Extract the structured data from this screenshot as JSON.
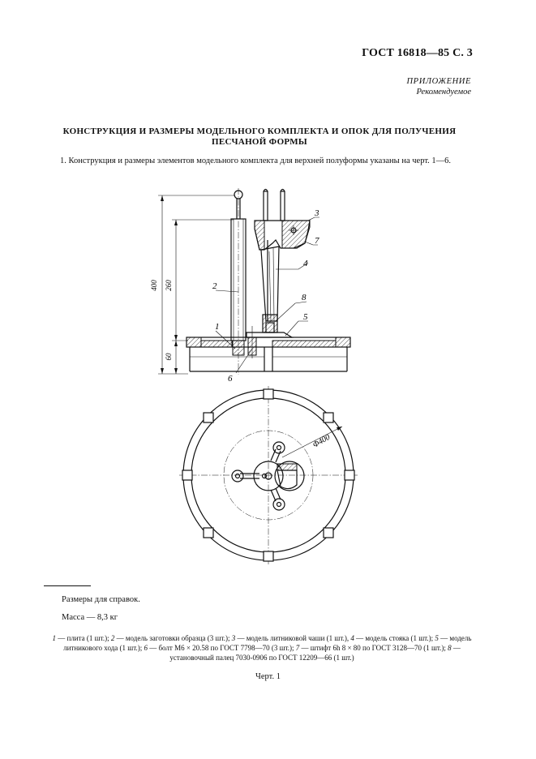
{
  "header": {
    "standard": "ГОСТ 16818—85 С. 3"
  },
  "appendix": {
    "label": "ПРИЛОЖЕНИЕ",
    "status": "Рекомендуемое"
  },
  "title": {
    "line1": "КОНСТРУКЦИЯ И РАЗМЕРЫ МОДЕЛЬНОГО КОМПЛЕКТА И ОПОК ДЛЯ ПОЛУЧЕНИЯ",
    "line2": "ПЕСЧАНОЙ ФОРМЫ"
  },
  "intro": "1. Конструкция и размеры элементов модельного комплекта для верхней полуформы указаны на черт. 1—6.",
  "drawing": {
    "dims": {
      "total_height": "400",
      "column_height": "260",
      "base_height": "60",
      "diameter": "Φ400"
    },
    "callouts": [
      "1",
      "2",
      "3",
      "4",
      "5",
      "6",
      "7",
      "8"
    ]
  },
  "notes": {
    "reference": "Размеры для справок.",
    "mass": "Масса — 8,3 кг"
  },
  "legend": [
    {
      "num": "1",
      "text": " — плита (1 шт.); "
    },
    {
      "num": "2",
      "text": " — модель заготовки образца (3 шт.); "
    },
    {
      "num": "3",
      "text": " — модель литниковой чаши (1 шт.), "
    },
    {
      "num": "4",
      "text": " — модель стояка (1 шт.); "
    },
    {
      "num": "5",
      "text": " — модель литникового хода (1 шт.); "
    },
    {
      "num": "6",
      "text": " — болт М6 × 20.58 по ГОСТ 7798—70 (3 шт.); "
    },
    {
      "num": "7",
      "text": " — штифт 6h 8 × 80 по ГОСТ 3128—70 (1 шт.); "
    },
    {
      "num": "8",
      "text": " — установочный палец 7030-0906 по ГОСТ 12209—66 (1 шт.)"
    }
  ],
  "caption": "Черт. 1"
}
